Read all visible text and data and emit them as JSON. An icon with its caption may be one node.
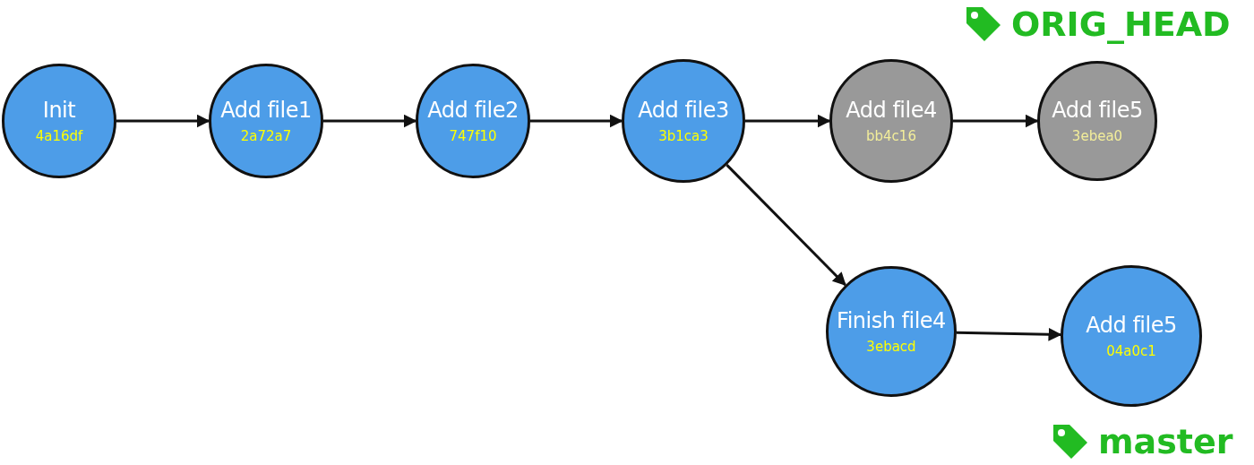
{
  "diagram": {
    "nodes": [
      {
        "text": [
          "Init",
          "4a16df"
        ]
      },
      {
        "text": [
          "Add file1",
          "2a72a7"
        ]
      },
      {
        "text": [
          "Add file2",
          "747f10"
        ]
      },
      {
        "text": [
          "Add file3",
          "3b1ca3"
        ]
      },
      {
        "text": [
          "Add file4",
          "bb4c16"
        ]
      },
      {
        "text": [
          "Add file5",
          "3ebea0"
        ]
      },
      {
        "text": [
          "Finish file4",
          "3ebacd"
        ]
      },
      {
        "text": [
          "Add file5",
          "04a0c1"
        ]
      }
    ],
    "edges": [
      {
        "from": 0,
        "to": 1,
        "arrow": "to"
      },
      {
        "from": 1,
        "to": 2,
        "arrow": "to"
      },
      {
        "from": 2,
        "to": 3,
        "arrow": "to"
      },
      {
        "from": 3,
        "to": 4,
        "arrow": "to"
      },
      {
        "from": 4,
        "to": 5,
        "arrow": "to"
      },
      {
        "from": 3,
        "to": 6,
        "arrow": "to"
      },
      {
        "from": 6,
        "to": 7,
        "arrow": "to"
      }
    ],
    "labels": [
      "ORIG_HEAD",
      "master"
    ]
  }
}
